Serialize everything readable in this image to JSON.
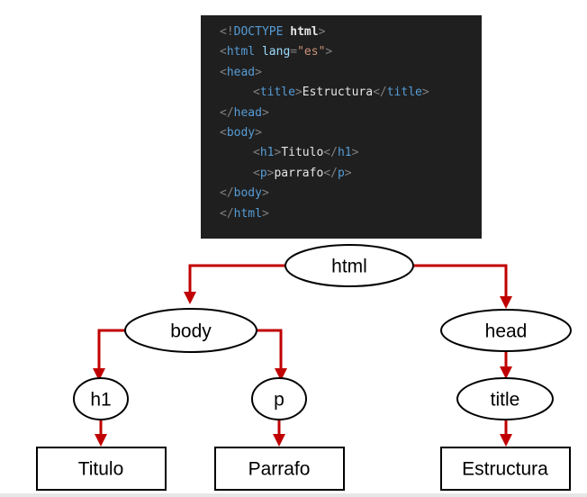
{
  "code": {
    "doctype": "<!DOCTYPE html>",
    "html_open_tag": "html",
    "html_lang_attr": "lang",
    "html_lang_value": "\"es\"",
    "head_tag": "head",
    "title_tag": "title",
    "title_text": "Estructura",
    "body_tag": "body",
    "h1_tag": "h1",
    "h1_text": "Titulo",
    "p_tag": "p",
    "p_text": "parrafo",
    "html_close_tag": "html"
  },
  "tree": {
    "root": "html",
    "body": "body",
    "head": "head",
    "h1": "h1",
    "p": "p",
    "title": "title",
    "titulo_text": "Titulo",
    "parrafo_text": "Parrafo",
    "estructura_text": "Estructura"
  },
  "colors": {
    "edge": "#c00000",
    "code_background": "#1f1f1f",
    "tag_name": "#569cd6",
    "attr_name": "#9cdcfe",
    "attr_value": "#ce9178"
  }
}
